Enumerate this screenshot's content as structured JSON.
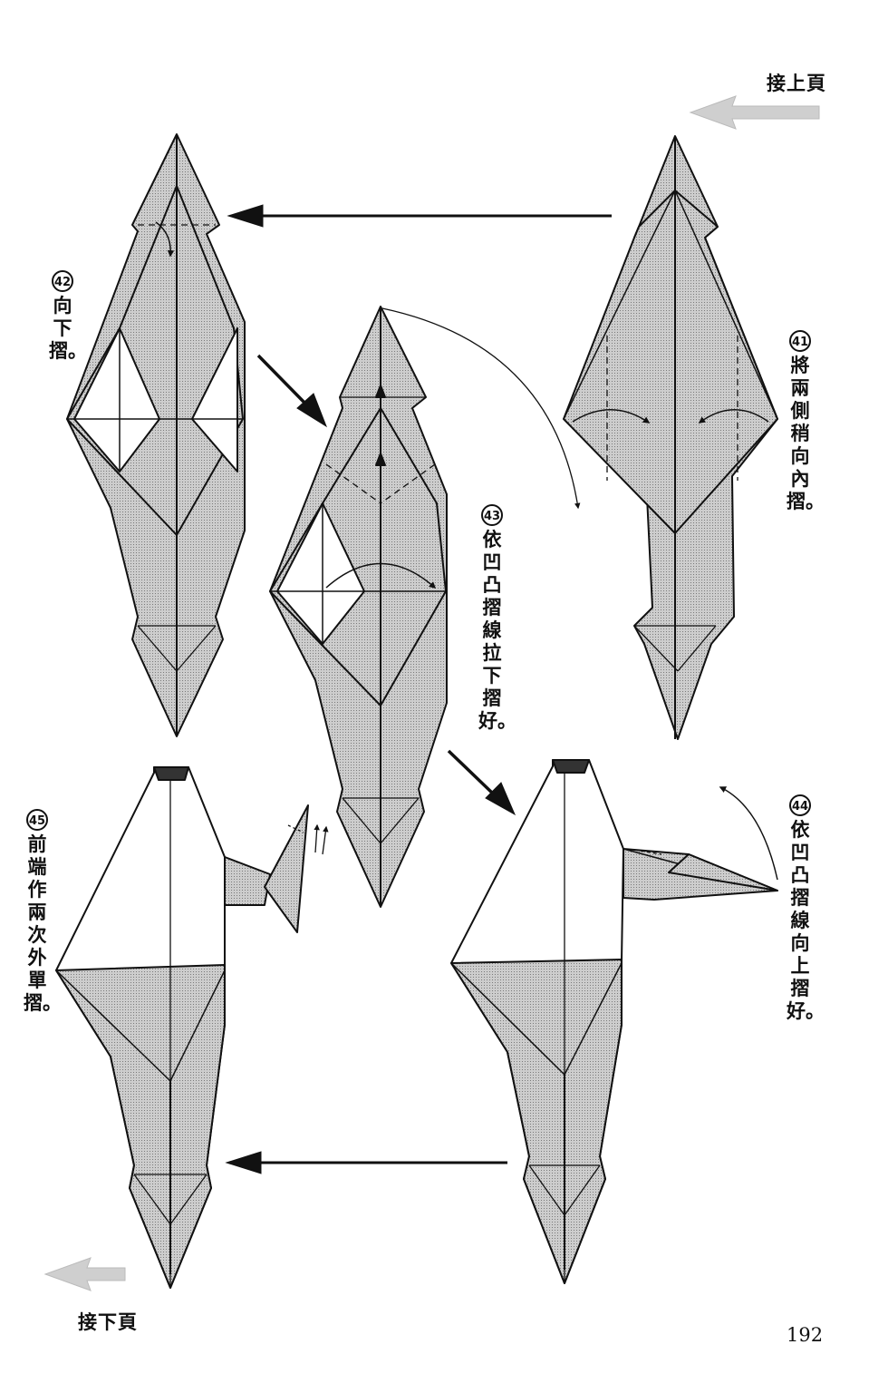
{
  "header": {
    "prev_page": "接上頁",
    "next_page": "接下頁",
    "page_number": "192"
  },
  "steps": [
    {
      "number": "41",
      "text": "將兩側稍向內摺。"
    },
    {
      "number": "42",
      "text": "向下摺。"
    },
    {
      "number": "43",
      "text": "依凹凸摺線拉下摺好。"
    },
    {
      "number": "44",
      "text": "依凹凸摺線向上摺好。"
    },
    {
      "number": "45",
      "text": "前端作兩次外單摺。"
    }
  ],
  "colors": {
    "paper_fill": "#cdcdcd",
    "ink": "#111111",
    "grey_arrow": "#cfcfcf"
  }
}
